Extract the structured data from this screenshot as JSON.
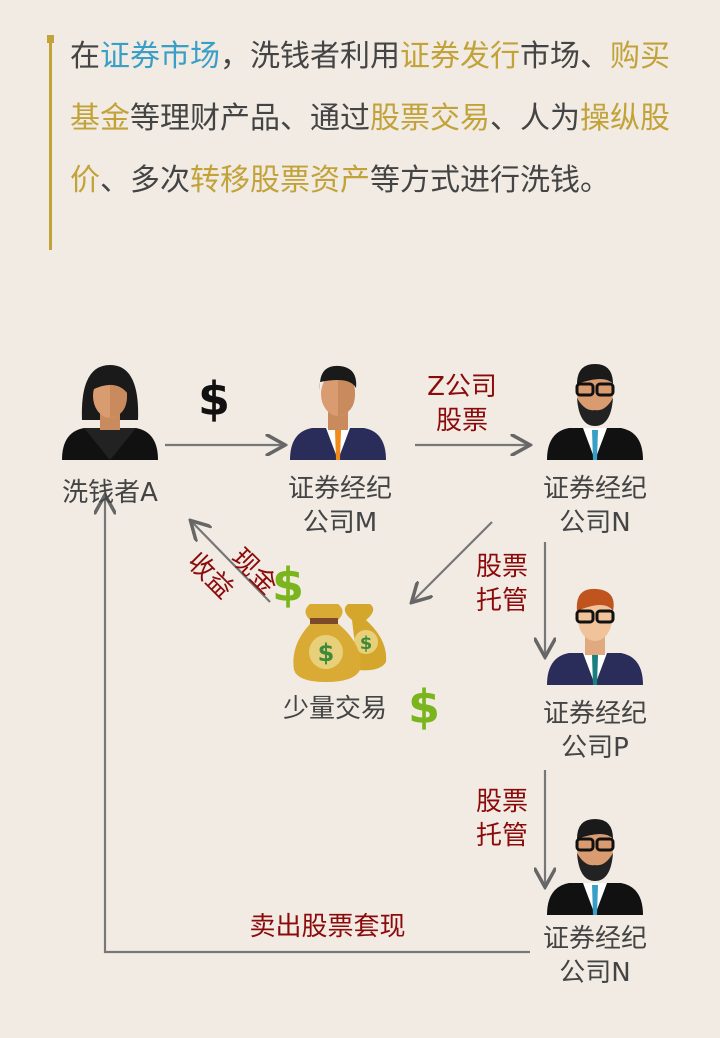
{
  "intro": {
    "segments": [
      {
        "t": "在",
        "c": "n"
      },
      {
        "t": "证券市场",
        "c": "blue"
      },
      {
        "t": "，洗钱者利用",
        "c": "n"
      },
      {
        "t": "证券发行",
        "c": "gold"
      },
      {
        "t": "市场、",
        "c": "n"
      },
      {
        "t": "购买基金",
        "c": "gold"
      },
      {
        "t": "等理财产品、通过",
        "c": "n"
      },
      {
        "t": "股票交易",
        "c": "gold"
      },
      {
        "t": "、人为",
        "c": "n"
      },
      {
        "t": "操纵股价",
        "c": "gold"
      },
      {
        "t": "、多次",
        "c": "n"
      },
      {
        "t": "转移股票资产",
        "c": "gold"
      },
      {
        "t": "等方式进行洗钱。",
        "c": "n"
      }
    ]
  },
  "nodes": {
    "a": "洗钱者A",
    "m1": "证券经纪",
    "m2": "公司M",
    "n1": "证券经纪",
    "n2": "公司N",
    "p1": "证券经纪",
    "p2": "公司P",
    "n3": "证券经纪",
    "n4": "公司N",
    "bags": "少量交易"
  },
  "edges": {
    "z1": "Z公司",
    "z2": "股票",
    "cash1": "现金",
    "cash2": "收益",
    "t1a": "股票",
    "t1b": "托管",
    "t2a": "股票",
    "t2b": "托管",
    "sell": "卖出股票套现"
  },
  "symbols": {
    "dollar": "$"
  },
  "colors": {
    "blue": "#3a9fc6",
    "gold": "#c2a33a",
    "red": "#8b0a0a",
    "green": "#7ab51d"
  }
}
